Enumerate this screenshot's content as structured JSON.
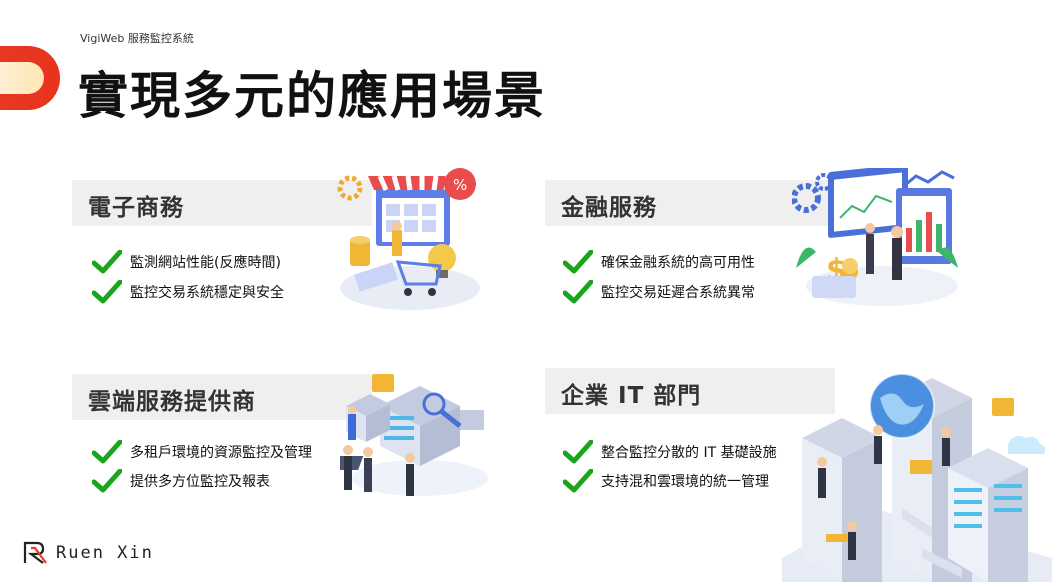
{
  "subtitle": "VigiWeb 服務監控系統",
  "title": "實現多元的應用場景",
  "sections": [
    {
      "heading": "電子商務",
      "bullets": [
        "監測網站性能(反應時間)",
        "監控交易系統穩定與安全"
      ]
    },
    {
      "heading": "金融服務",
      "bullets": [
        "確保金融系統的高可用性",
        "監控交易延遲合系統異常"
      ]
    },
    {
      "heading": "雲端服務提供商",
      "bullets": [
        "多租戶環境的資源監控及管理",
        "提供多方位監控及報表"
      ]
    },
    {
      "heading": "企業 IT 部門",
      "bullets": [
        "整合監控分散的 IT 基礎設施",
        "支持混和雲環境的統一管理"
      ]
    }
  ],
  "logo": {
    "text": "Ruen Xin",
    "icon": "rx-logo-icon"
  },
  "colors": {
    "accent": "#e83a2a",
    "check": "#1aa51a",
    "header_bg": "#efefef"
  }
}
